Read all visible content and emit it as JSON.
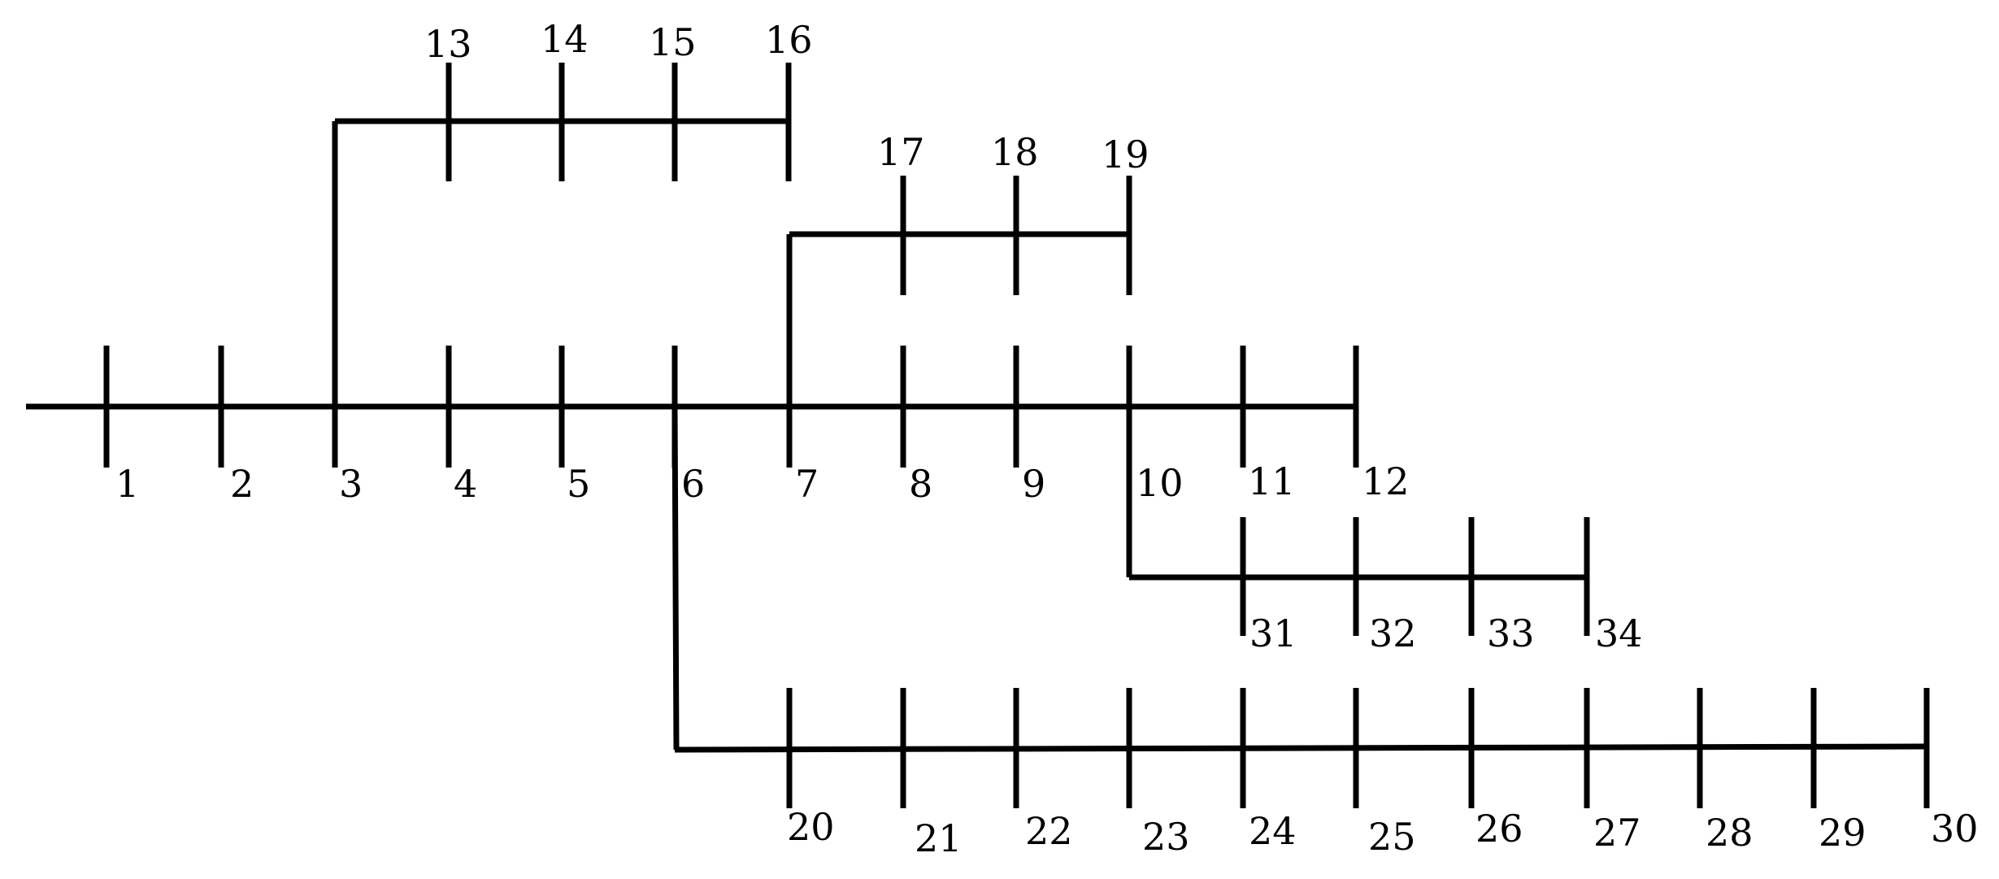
{
  "nodes": {
    "n1": "1",
    "n2": "2",
    "n3": "3",
    "n4": "4",
    "n5": "5",
    "n6": "6",
    "n7": "7",
    "n8": "8",
    "n9": "9",
    "n10": "10",
    "n11": "11",
    "n12": "12",
    "n13": "13",
    "n14": "14",
    "n15": "15",
    "n16": "16",
    "n17": "17",
    "n18": "18",
    "n19": "19",
    "n20": "20",
    "n21": "21",
    "n22": "22",
    "n23": "23",
    "n24": "24",
    "n25": "25",
    "n26": "26",
    "n27": "27",
    "n28": "28",
    "n29": "29",
    "n30": "30",
    "n31": "31",
    "n32": "32",
    "n33": "33",
    "n34": "34"
  },
  "colors": {
    "line": "#000000",
    "background": "#ffffff"
  }
}
